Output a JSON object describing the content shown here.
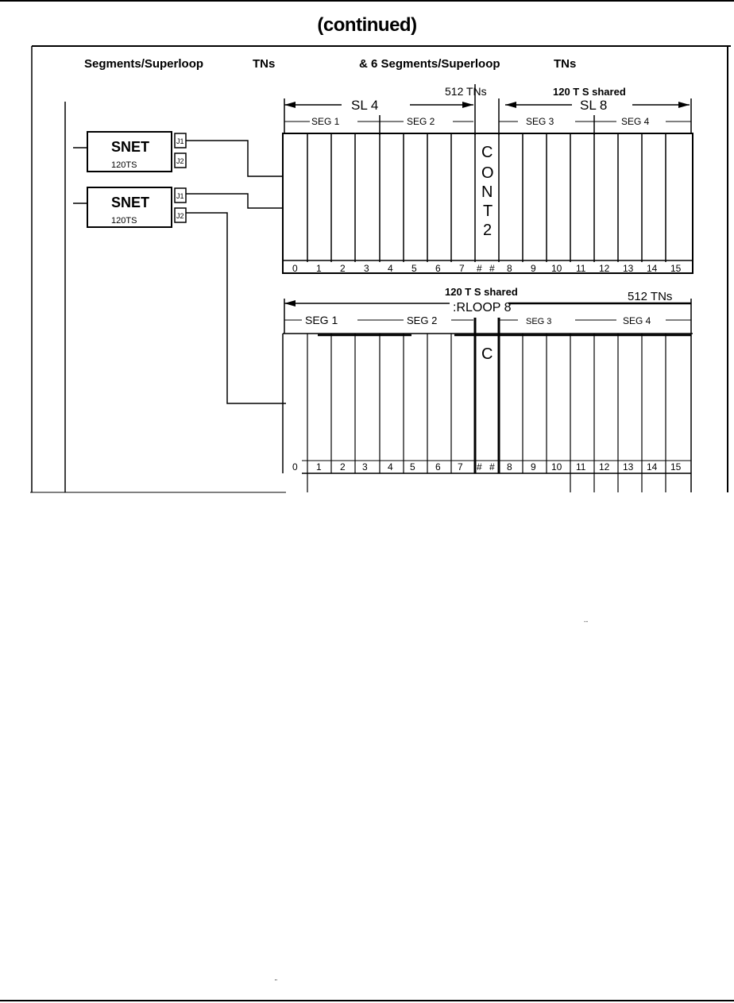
{
  "header": {
    "title": "(continued)"
  },
  "heading_fragments": [
    "Segments/Superloop",
    "TNs",
    "& 6 Segments/Superloop",
    "TNs"
  ],
  "snets": [
    {
      "label": "SNET",
      "sublabel": "120TS",
      "ports": [
        "J1",
        "J2"
      ]
    },
    {
      "label": "SNET",
      "sublabel": "120TS",
      "ports": [
        "J1",
        "J2"
      ]
    }
  ],
  "shelf_top": {
    "capacity_left": "512 TNs",
    "capacity_right": "120 T S shared",
    "superloop_left": "SL 4",
    "superloop_right": "SL 8",
    "segments": [
      "SEG 1",
      "SEG 2",
      "SEG 3",
      "SEG 4"
    ],
    "controller_letters": [
      "C",
      "O",
      "N",
      "T",
      "2"
    ],
    "slots": [
      "0",
      "1",
      "2",
      "3",
      "4",
      "5",
      "6",
      "7",
      "#",
      "#",
      "8",
      "9",
      "10",
      "11",
      "12",
      "13",
      "14",
      "15"
    ]
  },
  "shelf_bottom": {
    "capacity_left": "120 T S shared",
    "capacity_right": "512 TNs",
    "superloop": ":RLOOP 8",
    "segments": [
      "SEG 1",
      "SEG 2",
      "SEG 3",
      "SEG 4"
    ],
    "controller_letters": [
      "C"
    ],
    "slots": [
      "0",
      "1",
      "2",
      "3",
      "4",
      "5",
      "6",
      "7",
      "#",
      "#",
      "8",
      "9",
      "10",
      "11",
      "12",
      "13",
      "14",
      "15"
    ]
  },
  "stray_marks": [
    "--",
    "\""
  ]
}
